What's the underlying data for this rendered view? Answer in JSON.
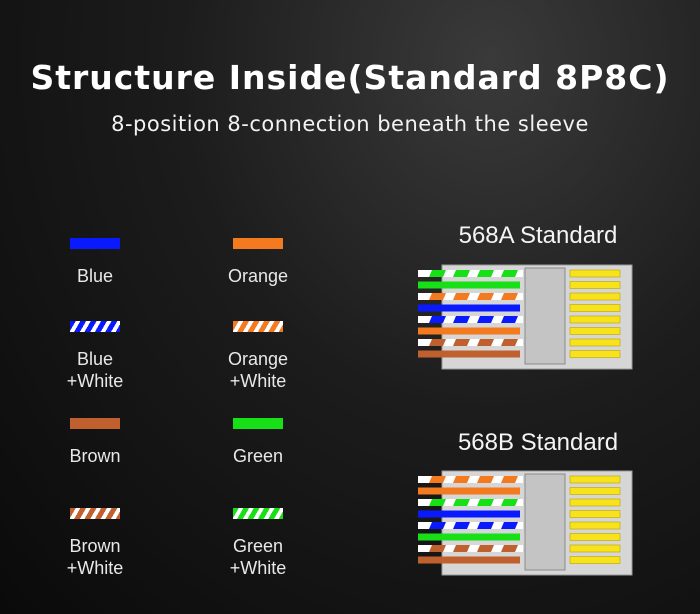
{
  "title": "Structure Inside(Standard 8P8C)",
  "subtitle": "8-position 8-connection beneath the sleeve",
  "legend": [
    {
      "label": "Blue",
      "color": "#0a1aff",
      "striped": false
    },
    {
      "label": "Orange",
      "color": "#f47a1f",
      "striped": false
    },
    {
      "label": "Blue\n+White",
      "color": "#0a1aff",
      "striped": true
    },
    {
      "label": "Orange\n+White",
      "color": "#f47a1f",
      "striped": true
    },
    {
      "label": "Brown",
      "color": "#c0602f",
      "striped": false
    },
    {
      "label": "Green",
      "color": "#17e017",
      "striped": false
    },
    {
      "label": "Brown\n+White",
      "color": "#c0602f",
      "striped": true
    },
    {
      "label": "Green\n+White",
      "color": "#17e017",
      "striped": true
    }
  ],
  "standards": [
    {
      "label": "568A Standard",
      "wires": [
        {
          "color": "#17e017",
          "striped": true
        },
        {
          "color": "#17e017",
          "striped": false
        },
        {
          "color": "#f47a1f",
          "striped": true
        },
        {
          "color": "#0a1aff",
          "striped": false
        },
        {
          "color": "#0a1aff",
          "striped": true
        },
        {
          "color": "#f47a1f",
          "striped": false
        },
        {
          "color": "#c0602f",
          "striped": true
        },
        {
          "color": "#c0602f",
          "striped": false
        }
      ]
    },
    {
      "label": "568B Standard",
      "wires": [
        {
          "color": "#f47a1f",
          "striped": true
        },
        {
          "color": "#f47a1f",
          "striped": false
        },
        {
          "color": "#17e017",
          "striped": true
        },
        {
          "color": "#0a1aff",
          "striped": false
        },
        {
          "color": "#0a1aff",
          "striped": true
        },
        {
          "color": "#17e017",
          "striped": false
        },
        {
          "color": "#c0602f",
          "striped": true
        },
        {
          "color": "#c0602f",
          "striped": false
        }
      ]
    }
  ],
  "colors": {
    "pin": "#f7e21c",
    "housing": "#d6d6d6",
    "white_stripe": "#ffffff"
  }
}
